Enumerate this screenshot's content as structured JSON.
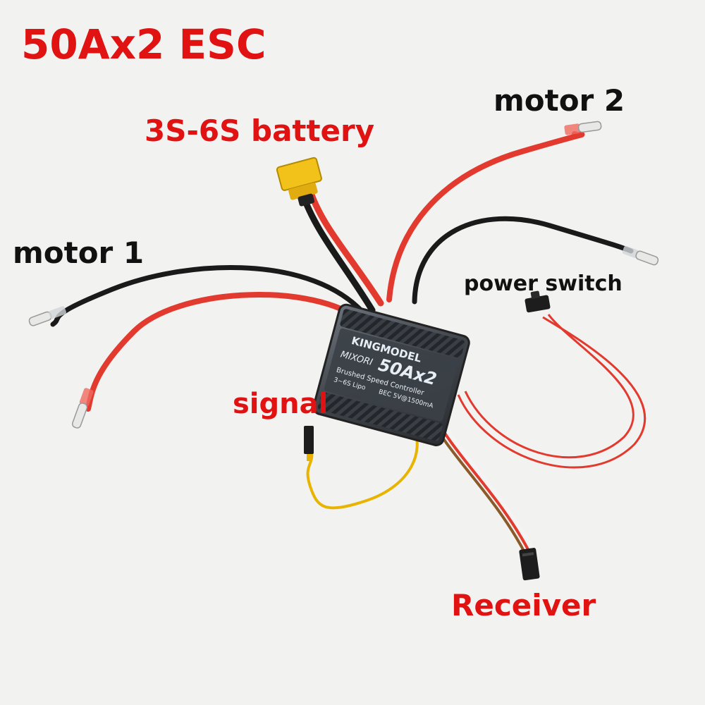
{
  "labels": {
    "title": "50Ax2 ESC",
    "battery": "3S-6S battery",
    "motor1": "motor 1",
    "motor2": "motor 2",
    "power_switch": "power switch",
    "signal": "signal",
    "receiver": "Receiver"
  },
  "esc_label": {
    "brand": "KINGMODEL",
    "series": "MIXORI",
    "model": "50Ax2",
    "desc": "Brushed Speed Controller",
    "spec_left": "3~6S Lipo",
    "spec_right": "BEC 5V@1500mA"
  },
  "colors": {
    "label_red": "#e01212",
    "label_black": "#111111",
    "wire_red": "#e23a2e",
    "wire_black": "#1a1a1a",
    "signal_yellow": "#e8b400",
    "connector_yellow": "#f2c21a",
    "esc_body": "#4a4f55"
  }
}
